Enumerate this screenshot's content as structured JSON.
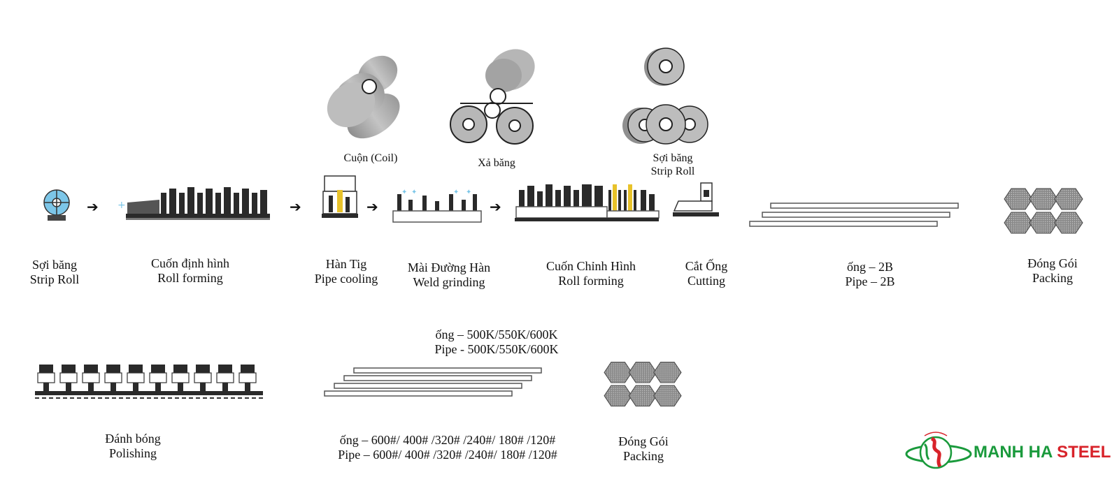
{
  "top_materials": {
    "coil": "Cuộn (Coil)",
    "slitting": "Xả băng",
    "strip_roll_vi": "Sợi băng",
    "strip_roll_en": "Strip Roll"
  },
  "steps_row1": [
    {
      "vi": "Sợi băng",
      "en": "Strip Roll"
    },
    {
      "vi": "Cuốn định hình",
      "en": "Roll forming"
    },
    {
      "vi": "Hàn Tig",
      "en": "Pipe cooling"
    },
    {
      "vi": "Mài Đường Hàn",
      "en": "Weld grinding"
    },
    {
      "vi": "Cuốn Chỉnh Hình",
      "en": "Roll forming"
    },
    {
      "vi": "Cắt Ống",
      "en": "Cutting"
    },
    {
      "vi": "ống – 2B",
      "en": "Pipe – 2B"
    },
    {
      "vi": "Đóng Gói",
      "en": "Packing"
    }
  ],
  "steps_row2": {
    "polishing": {
      "vi": "Đánh bóng",
      "en": "Polishing"
    },
    "pipe_k": {
      "vi": "ống – 500K/550K/600K",
      "en": "Pipe - 500K/550K/600K"
    },
    "pipe_grit": {
      "vi": "ống – 600#/ 400# /320# /240#/ 180# /120#",
      "en": "Pipe – 600#/ 400# /320# /240#/ 180# /120#"
    },
    "packing": {
      "vi": "Đóng Gói",
      "en": "Packing"
    }
  },
  "logo": {
    "brand_part1": "MANH HA",
    "brand_part2": "STEEL",
    "green": "#1a9a3c",
    "red": "#d8232a"
  },
  "colors": {
    "roll_gray": "#a9a9a9",
    "machine_dark": "#2a2a2a",
    "accent_yellow": "#e8c22a",
    "accent_blue": "#7cc6e8"
  }
}
